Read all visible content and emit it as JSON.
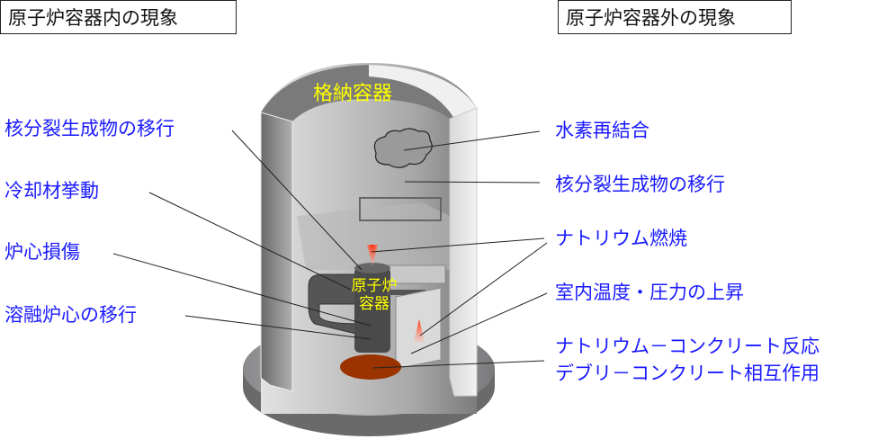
{
  "headers": {
    "inside": "原子炉容器内の現象",
    "outside": "原子炉容器外の現象"
  },
  "diagram_labels": {
    "containment": "格納容器",
    "reactor_vessel_line1": "原子炉",
    "reactor_vessel_line2": "容器"
  },
  "left_labels": [
    "核分裂生成物の移行",
    "冷却材挙動",
    "炉心損傷",
    "溶融炉心の移行"
  ],
  "right_labels": [
    "水素再結合",
    "核分裂生成物の移行",
    "ナトリウム燃焼",
    "室内温度・圧力の上昇",
    "ナトリウム－コンクリート反応",
    "デブリ－コンクリート相互作用"
  ],
  "colors": {
    "label_text": "#1a1aff",
    "highlight_text": "#ffff00",
    "molten_core": "#9a3300",
    "flame": "#ff3010"
  }
}
